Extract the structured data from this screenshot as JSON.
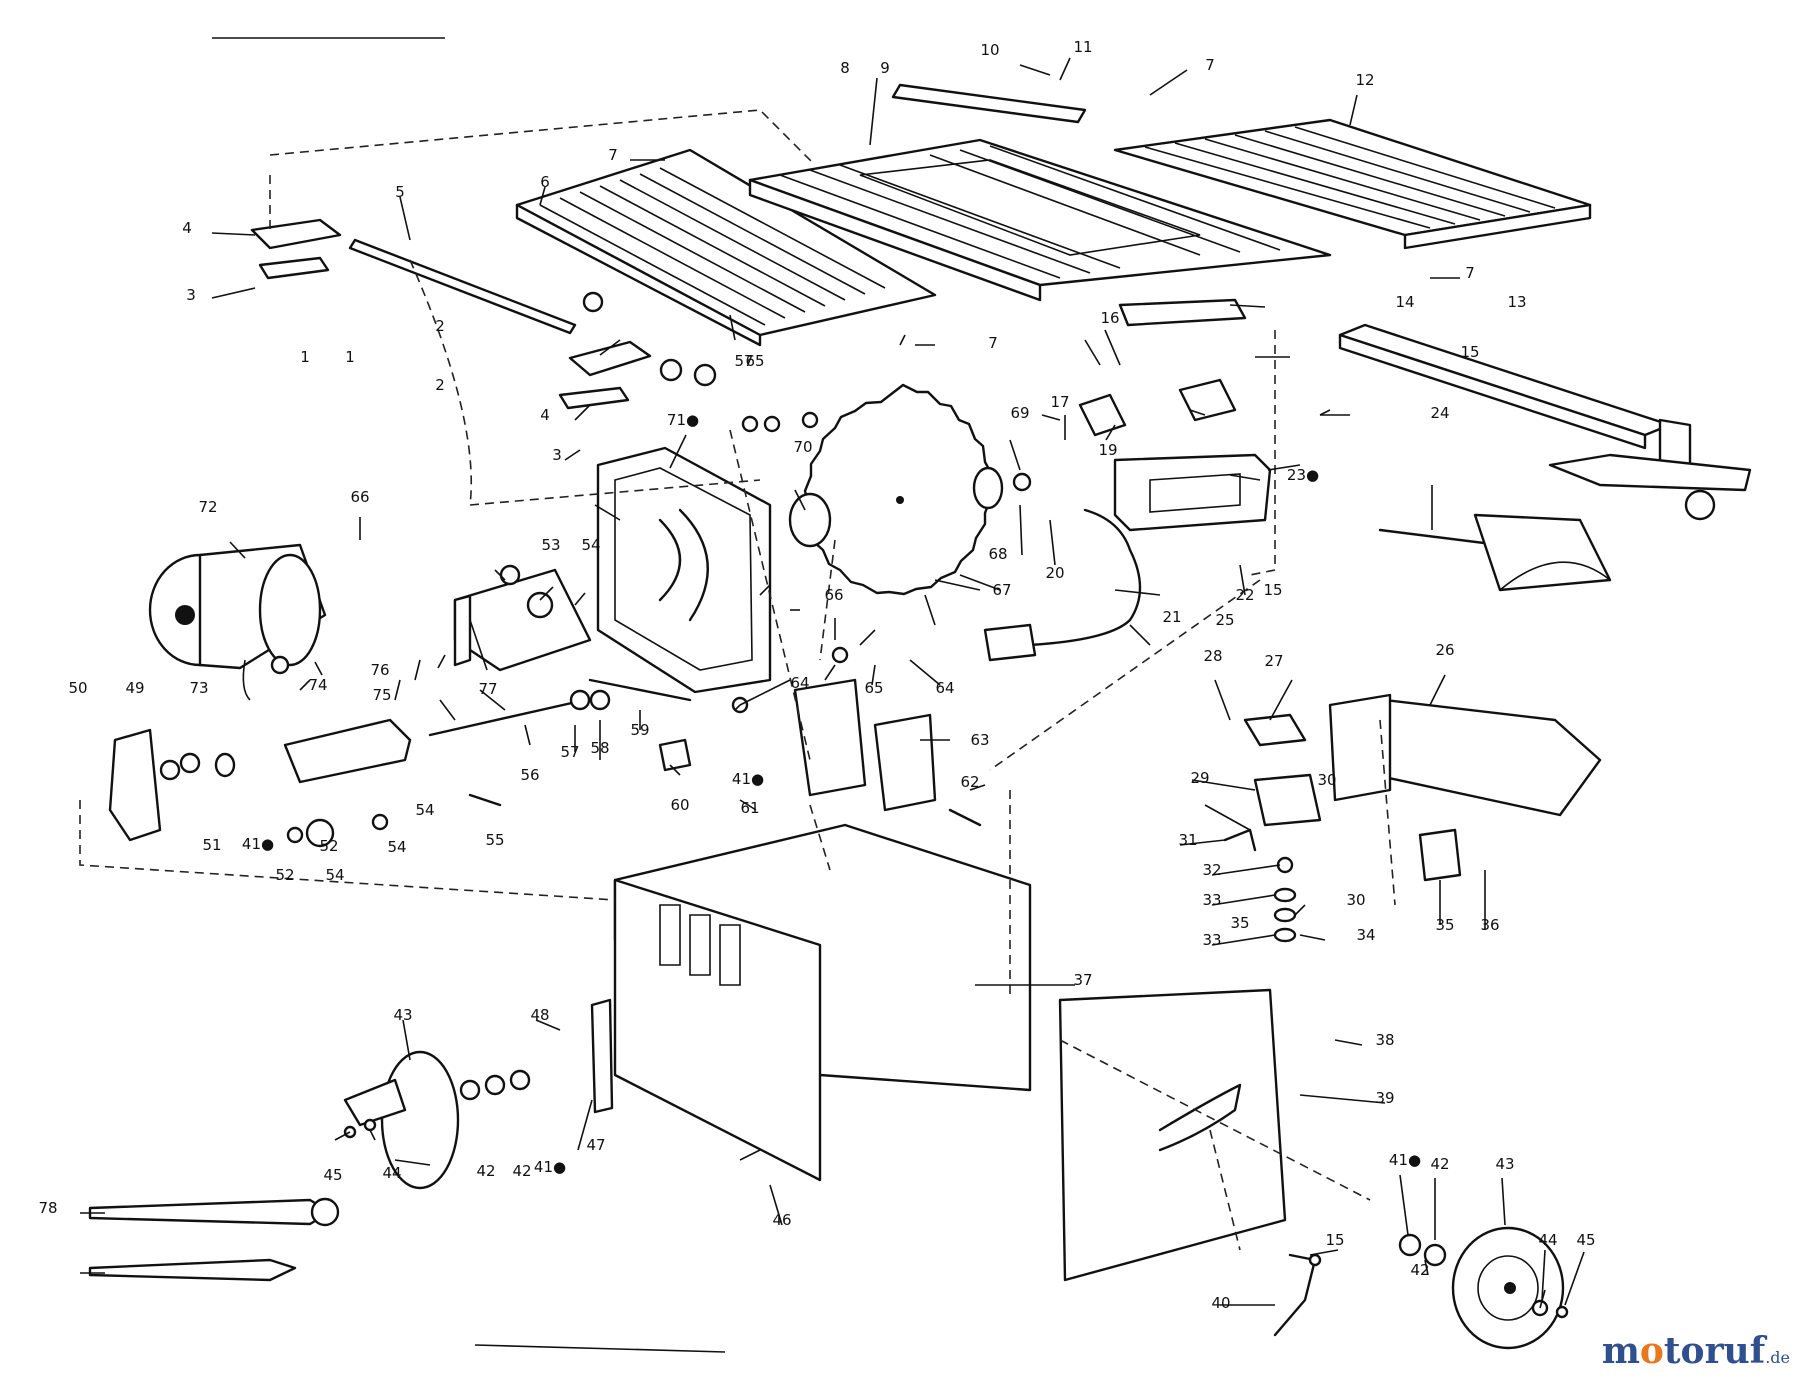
{
  "diagram": {
    "labels": [
      "1",
      "2",
      "3",
      "4",
      "5",
      "6",
      "7",
      "8",
      "9",
      "10",
      "11",
      "12",
      "13",
      "14",
      "15",
      "16",
      "17",
      "19",
      "20",
      "21",
      "22",
      "23●",
      "24",
      "25",
      "26",
      "27",
      "28",
      "29",
      "30",
      "31",
      "32",
      "33",
      "34",
      "35",
      "36",
      "37",
      "38",
      "39",
      "40",
      "41●",
      "42",
      "43",
      "44",
      "45",
      "46",
      "47",
      "48",
      "49",
      "50",
      "51",
      "52",
      "53",
      "54",
      "55",
      "56",
      "57",
      "58",
      "59",
      "60",
      "61",
      "62",
      "63",
      "64",
      "65",
      "66",
      "67",
      "68",
      "69",
      "70",
      "71●",
      "72",
      "73",
      "74",
      "75",
      "76",
      "77",
      "78"
    ]
  },
  "watermark": {
    "text_before": "m",
    "text_o": "o",
    "text_after": "toruf",
    "tld": ".de"
  }
}
